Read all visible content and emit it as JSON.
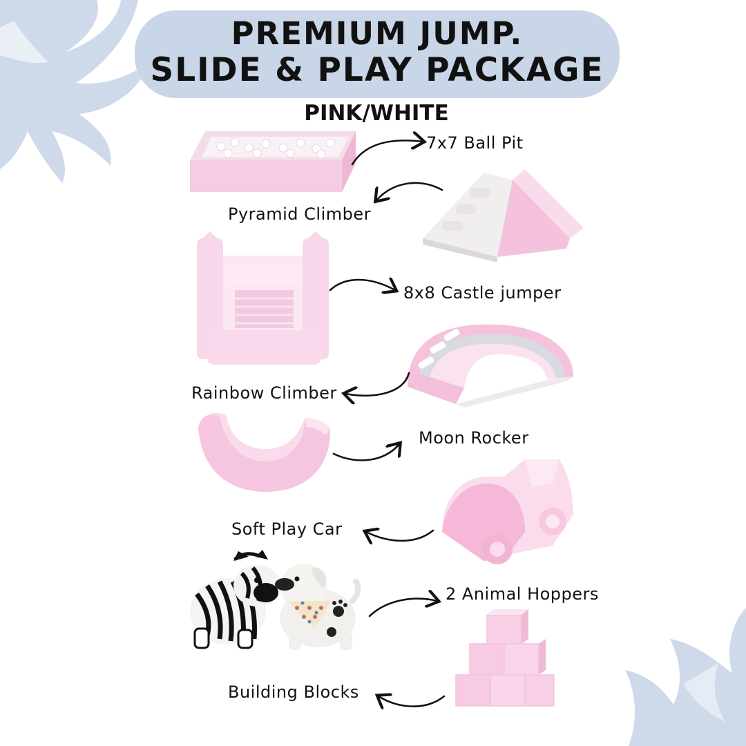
{
  "header": {
    "title_line1": "PREMIUM JUMP.",
    "title_line2": "SLIDE & PLAY PACKAGE",
    "subtitle": "PINK/WHITE"
  },
  "items": [
    {
      "label": "7x7 Ball Pit"
    },
    {
      "label": "Pyramid Climber"
    },
    {
      "label": "8x8 Castle jumper"
    },
    {
      "label": "Rainbow Climber"
    },
    {
      "label": "Moon Rocker"
    },
    {
      "label": "Soft Play Car"
    },
    {
      "label": "2 Animal Hoppers"
    },
    {
      "label": "Building Blocks"
    }
  ],
  "colors": {
    "title_pill": "#c9d6e8",
    "splash": "#c9d6e8",
    "pink": "#f6c6e0",
    "pink_dark": "#eeaacd",
    "white_foam": "#f7f3f6",
    "text": "#111111"
  }
}
